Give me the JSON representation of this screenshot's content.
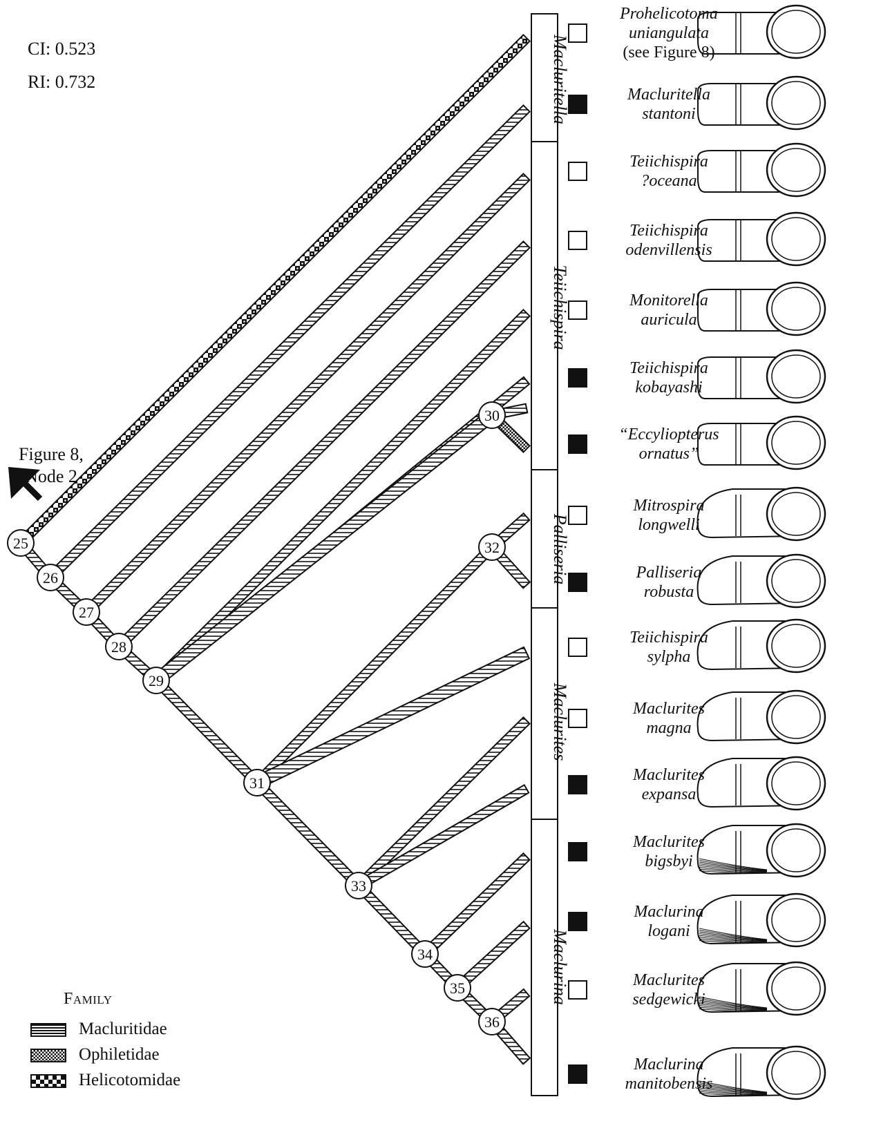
{
  "stats": {
    "ci": "CI: 0.523",
    "ri": "RI: 0.732"
  },
  "outgroup_label": {
    "line1": "Figure 8,",
    "line2": "Node 2"
  },
  "nodes": [
    "25",
    "26",
    "27",
    "28",
    "29",
    "30",
    "31",
    "32",
    "33",
    "34",
    "35",
    "36"
  ],
  "genera": [
    "Macluritella",
    "Teiichispira",
    "Palliseria",
    "Maclurites",
    "Maclurina"
  ],
  "taxa": [
    {
      "line1": "Prohelicotoma",
      "line2": "uniangulata",
      "line3": "(see Figure 8)",
      "state": "open"
    },
    {
      "line1": "Macluritella",
      "line2": "stantoni",
      "state": "filled"
    },
    {
      "line1": "Teiichispira",
      "line2": "?oceana",
      "state": "open"
    },
    {
      "line1": "Teiichispira",
      "line2": "odenvillensis",
      "state": "open"
    },
    {
      "line1": "Monitorella",
      "line2": "auricula",
      "state": "open"
    },
    {
      "line1": "Teiichispira",
      "line2": "kobayashi",
      "state": "filled"
    },
    {
      "line1": "“Eccyliopterus",
      "line2": "ornatus”",
      "state": "filled"
    },
    {
      "line1": "Mitrospira",
      "line2": "longwelli",
      "state": "open"
    },
    {
      "line1": "Palliseria",
      "line2": "robusta",
      "state": "filled"
    },
    {
      "line1": "Teiichispira",
      "line2": "sylpha",
      "state": "open"
    },
    {
      "line1": "Maclurites",
      "line2": "magna",
      "state": "open"
    },
    {
      "line1": "Maclurites",
      "line2": "expansa",
      "state": "filled"
    },
    {
      "line1": "Maclurites",
      "line2": "bigsbyi",
      "state": "filled"
    },
    {
      "line1": "Maclurina",
      "line2": "logani",
      "state": "filled"
    },
    {
      "line1": "Maclurites",
      "line2": "sedgewicki",
      "state": "open"
    },
    {
      "line1": "Maclurina",
      "line2": "manitobensis",
      "state": "filled"
    }
  ],
  "legend": {
    "title": "Family",
    "items": [
      {
        "label": "Macluritidae",
        "pattern": "macluritidae"
      },
      {
        "label": "Ophiletidae",
        "pattern": "ophiletidae"
      },
      {
        "label": "Helicotomidae",
        "pattern": "helicotomidae"
      }
    ]
  },
  "colors": {
    "ink": "#111111",
    "background": "#ffffff"
  }
}
